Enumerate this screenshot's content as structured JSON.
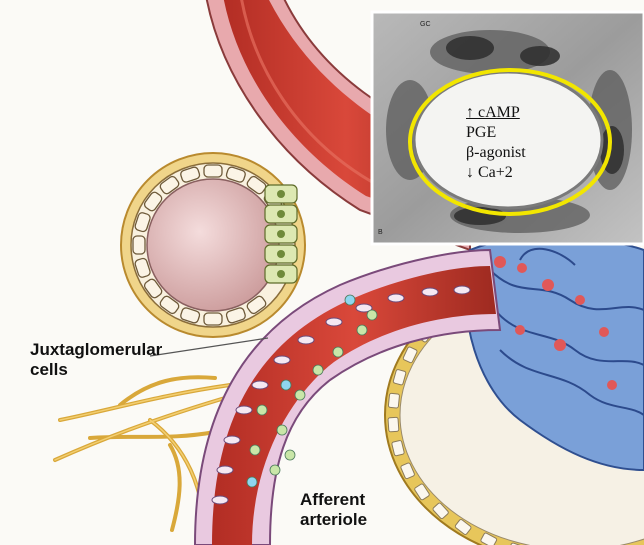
{
  "labels": {
    "jg_line1": "Juxtaglomerular",
    "jg_line2": "cells",
    "aff_line1": "Afferent",
    "aff_line2": "arteriole"
  },
  "inset": {
    "gc_label": "GC",
    "corner_label": "B",
    "lines": [
      "↑ cAMP",
      "PGE",
      "β-agonist",
      "↓ Ca+2"
    ]
  },
  "colors": {
    "vessel_red": "#c93a2f",
    "macula_green": "#dde8b2",
    "glomerulus_blue": "#7aa0d8",
    "nerve_yellow": "#e3b543",
    "inset_ring": "#f2e600"
  }
}
